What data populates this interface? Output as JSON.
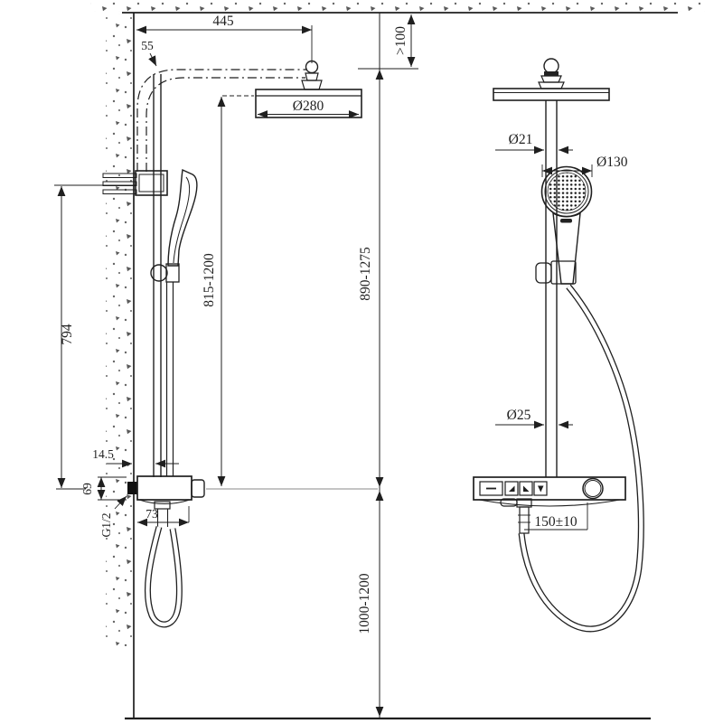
{
  "colors": {
    "line": "#1f1f1f",
    "background": "#ffffff",
    "hatch": "#5a5a5a",
    "reference_line": "#8a8a8a"
  },
  "side_view": {
    "dims": {
      "arm_length": "445",
      "pipe_bend_offset": "55",
      "ceiling_clearance": ">100",
      "head_diameter": "Ø280",
      "slider_travel": "815-1200",
      "head_height_range": "890-1275",
      "valve_to_floor_range": "1000-1200",
      "inlet_to_valve": "794",
      "wall_gap": "14.5",
      "valve_height": "69",
      "inlet_thread": "G1/2",
      "valve_depth": "73"
    }
  },
  "front_view": {
    "dims": {
      "upper_pipe_diameter": "Ø21",
      "hand_shower_diameter": "Ø130",
      "lower_pipe_diameter": "Ø25",
      "hose_tail_length": "150±10"
    },
    "valve": {
      "buttons": [
        "pause-spray-icon",
        "spray-mode-1-icon",
        "spray-mode-2-icon",
        "spray-mode-3-icon"
      ],
      "knob": "temperature-knob-icon"
    }
  }
}
